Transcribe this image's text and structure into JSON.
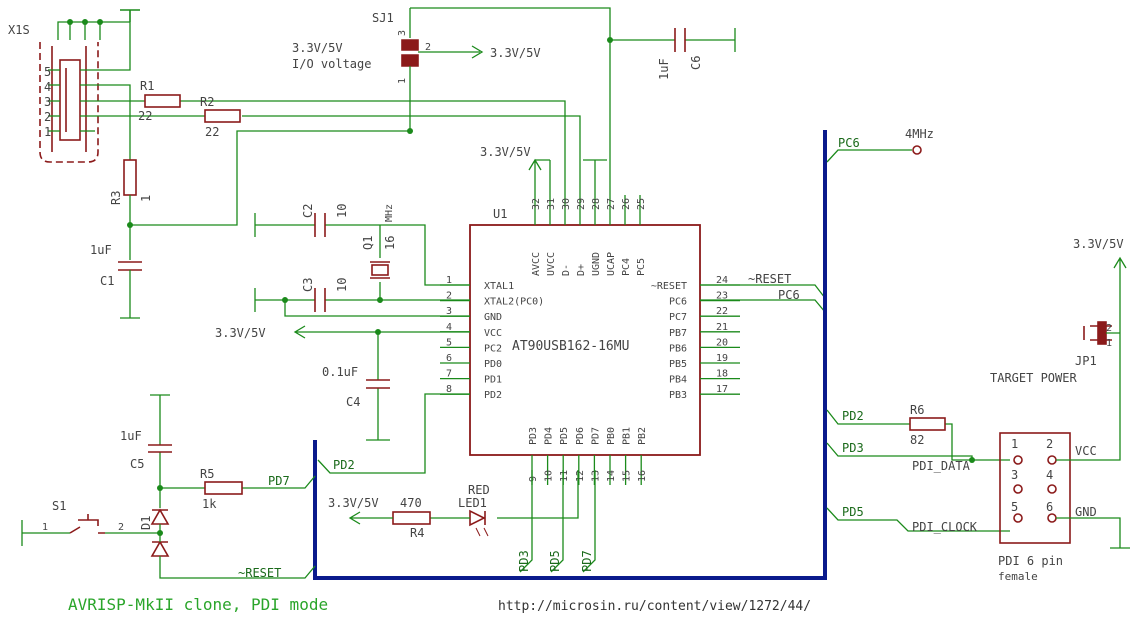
{
  "title": "AVRISP-MkII clone, PDI mode",
  "url": "http://microsin.ru/content/view/1272/44/",
  "colors": {
    "wire": "#1b8a1b",
    "part": "#8b1a1a",
    "bus": "#0a1a8c",
    "text": "#444444",
    "title": "#2aa52a"
  },
  "connector": {
    "ref": "X1S",
    "pins": [
      "5",
      "4",
      "3",
      "2",
      "1"
    ]
  },
  "resistors": {
    "r1": {
      "ref": "R1",
      "value": "22"
    },
    "r2": {
      "ref": "R2",
      "value": "22"
    },
    "r3": {
      "ref": "R3",
      "value": "1"
    },
    "r4": {
      "ref": "R4",
      "value": "470"
    },
    "r5": {
      "ref": "R5",
      "value": "1k"
    },
    "r6": {
      "ref": "R6",
      "value": "82"
    }
  },
  "capacitors": {
    "c1": {
      "ref": "C1",
      "value": "1uF"
    },
    "c2": {
      "ref": "C2",
      "value": "10"
    },
    "c3": {
      "ref": "C3",
      "value": "10"
    },
    "c4": {
      "ref": "C4",
      "value": "0.1uF"
    },
    "c5": {
      "ref": "C5",
      "value": "1uF"
    },
    "c6": {
      "ref": "C6",
      "value": "1uF"
    }
  },
  "crystal": {
    "ref": "Q1",
    "value": "16",
    "unit": "MHz"
  },
  "sj1": {
    "ref": "SJ1",
    "label1": "3.3V/5V",
    "label2": "I/O voltage",
    "pin1": "1",
    "pin2": "2",
    "pin3": "3",
    "net": "3.3V/5V"
  },
  "mcu": {
    "ref": "U1",
    "name": "AT90USB162-16MU",
    "top_pins": [
      {
        "num": "32",
        "name": "AVCC"
      },
      {
        "num": "31",
        "name": "UVCC"
      },
      {
        "num": "30",
        "name": "D-"
      },
      {
        "num": "29",
        "name": "D+"
      },
      {
        "num": "28",
        "name": "UGND"
      },
      {
        "num": "27",
        "name": "UCAP"
      },
      {
        "num": "26",
        "name": "PC4"
      },
      {
        "num": "25",
        "name": "PC5"
      }
    ],
    "left_pins": [
      {
        "num": "1",
        "name": "XTAL1"
      },
      {
        "num": "2",
        "name": "XTAL2(PC0)"
      },
      {
        "num": "3",
        "name": "GND"
      },
      {
        "num": "4",
        "name": "VCC"
      },
      {
        "num": "5",
        "name": "PC2"
      },
      {
        "num": "6",
        "name": "PD0"
      },
      {
        "num": "7",
        "name": "PD1"
      },
      {
        "num": "8",
        "name": "PD2"
      }
    ],
    "right_pins": [
      {
        "num": "24",
        "name": "~RESET"
      },
      {
        "num": "23",
        "name": "PC6"
      },
      {
        "num": "22",
        "name": "PC7"
      },
      {
        "num": "21",
        "name": "PB7"
      },
      {
        "num": "20",
        "name": "PB6"
      },
      {
        "num": "19",
        "name": "PB5"
      },
      {
        "num": "18",
        "name": "PB4"
      },
      {
        "num": "17",
        "name": "PB3"
      }
    ],
    "bottom_pins": [
      {
        "num": "9",
        "name": "PD3"
      },
      {
        "num": "10",
        "name": "PD4"
      },
      {
        "num": "11",
        "name": "PD5"
      },
      {
        "num": "12",
        "name": "PD6"
      },
      {
        "num": "13",
        "name": "PD7"
      },
      {
        "num": "14",
        "name": "PB0"
      },
      {
        "num": "15",
        "name": "PB1"
      },
      {
        "num": "16",
        "name": "PB2"
      }
    ]
  },
  "nets": {
    "vcc_top": "3.3V/5V",
    "vcc_left": "3.3V/5V",
    "vcc_led": "3.3V/5V",
    "vcc_jp": "3.3V/5V",
    "reset": "~RESET",
    "pc6": "PC6",
    "pc6_bus": "PC6",
    "clk": "4MHz",
    "pd2": "PD2",
    "pd2_bus": "PD2",
    "pd7": "PD7",
    "reset_bottom": "~RESET",
    "pd3": "PD3",
    "pd5": "PD5",
    "pd7_bottom": "PD7",
    "pdi_data": "PDI_DATA",
    "pdi_clock": "PDI_CLOCK",
    "vcc": "VCC",
    "gnd": "GND"
  },
  "led": {
    "ref": "LED1",
    "color": "RED"
  },
  "switch": {
    "ref": "S1",
    "pin1": "1",
    "pin2": "2"
  },
  "diode": {
    "ref": "D1"
  },
  "jp1": {
    "ref": "JP1",
    "label": "TARGET POWER",
    "pin1": "1",
    "pin2": "2"
  },
  "pdi": {
    "pins": [
      "1",
      "2",
      "3",
      "4",
      "5",
      "6"
    ],
    "label1": "PDI 6 pin",
    "label2": "female"
  }
}
